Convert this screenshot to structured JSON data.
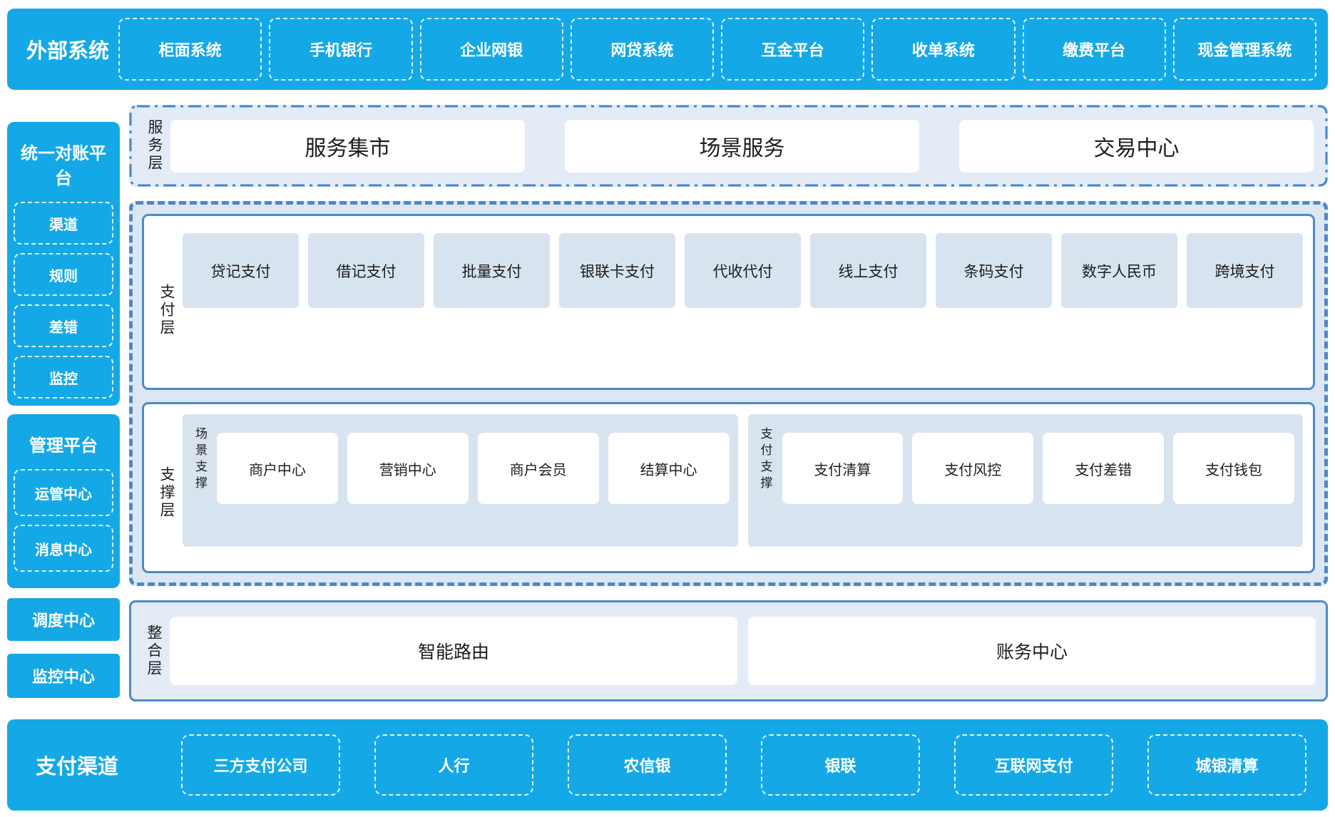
{
  "colors": {
    "accent_blue": "#14a9e6",
    "solid_border_blue": "#4e89c9",
    "dashed_border_blue": "#4d87c8",
    "light_panel_blue": "#e2ebf6",
    "light_item_blue": "#d8e3f0",
    "text_dark": "#1d1d1d",
    "text_on_blue": "#ffffff"
  },
  "top_band": {
    "title": "外部系统",
    "items": [
      "柜面系统",
      "手机银行",
      "企业网银",
      "网贷系统",
      "互金平台",
      "收单系统",
      "缴费平台",
      "现金管理系统"
    ]
  },
  "sidebar": {
    "recon": {
      "title": "统一对账平台",
      "items": [
        "渠道",
        "规则",
        "差错",
        "监控"
      ]
    },
    "mgmt": {
      "title": "管理平台",
      "items": [
        "运管中心",
        "消息中心"
      ]
    },
    "dispatch_center": "调度中心",
    "monitoring_center": "监控中心"
  },
  "service_layer": {
    "label": "服务层",
    "items": [
      "服务集市",
      "场景服务",
      "交易中心"
    ]
  },
  "payment_layer": {
    "label": "支付层",
    "items": [
      "贷记支付",
      "借记支付",
      "批量支付",
      "银联卡支付",
      "代收代付",
      "线上支付",
      "条码支付",
      "数字人民币",
      "跨境支付"
    ]
  },
  "support_layer": {
    "label": "支撑层",
    "groups": [
      {
        "label": "场景支撑",
        "items": [
          "商户中心",
          "营销中心",
          "商户会员",
          "结算中心"
        ]
      },
      {
        "label": "支付支撑",
        "items": [
          "支付清算",
          "支付风控",
          "支付差错",
          "支付钱包"
        ]
      }
    ]
  },
  "integration_layer": {
    "label": "整合层",
    "items": [
      "智能路由",
      "账务中心"
    ]
  },
  "bottom_band": {
    "title": "支付渠道",
    "items": [
      "三方支付公司",
      "人行",
      "农信银",
      "银联",
      "互联网支付",
      "城银清算"
    ]
  }
}
